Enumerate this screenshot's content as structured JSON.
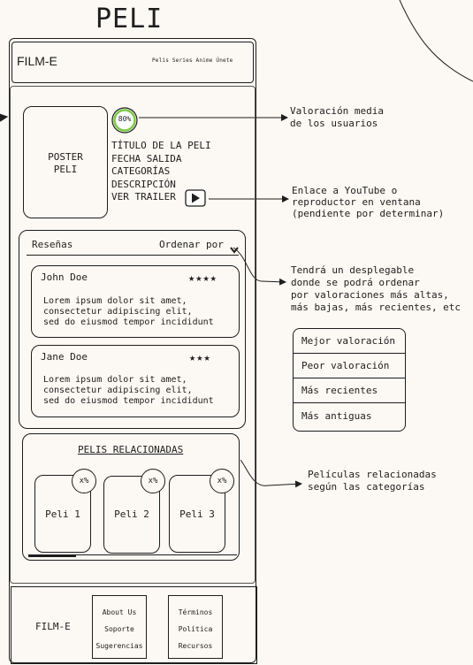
{
  "page_title": "PELI",
  "header": {
    "logo": "FILM-E",
    "nav": "Pelis Series Anime Únete"
  },
  "movie": {
    "poster": [
      "POSTER",
      "PELI"
    ],
    "rating": "80%",
    "fields": [
      "TÍTULO DE LA PELI",
      "FECHA SALIDA",
      "CATEGORÍAS",
      "DESCRIPCIÓN",
      "VER TRAILER"
    ]
  },
  "reviews": {
    "title": "Reseñas",
    "sort_label": "Ordenar por",
    "items": [
      {
        "author": "John Doe",
        "stars": "★★★★",
        "rating": 4,
        "text": [
          "Lorem ipsum dolor sit amet,",
          "consectetur adipiscing elit,",
          "sed do eiusmod tempor incididunt"
        ]
      },
      {
        "author": "Jane Doe",
        "stars": "★★★",
        "rating": 3,
        "text": [
          "Lorem ipsum dolor sit amet,",
          "consectetur adipiscing elit,",
          "sed do eiusmod tempor incididunt"
        ]
      }
    ]
  },
  "related": {
    "title": "PELIS RELACIONADAS",
    "items": [
      {
        "label": "Peli 1",
        "badge": "x%"
      },
      {
        "label": "Peli 2",
        "badge": "x%"
      },
      {
        "label": "Peli 3",
        "badge": "x%"
      }
    ]
  },
  "footer": {
    "logo": "FILM-E",
    "col1": [
      "About Us",
      "Soporte",
      "Sugerencias"
    ],
    "col2": [
      "Términos",
      "Política",
      "Recursos"
    ]
  },
  "annotations": {
    "rating": [
      "Valoración media",
      "de los usuarios"
    ],
    "trailer": [
      "Enlace a YouTube o",
      "reproductor en ventana",
      "(pendiente por determinar)"
    ],
    "sort": [
      "Tendrá un desplegable",
      "donde se podrá ordenar",
      "por valoraciones más altas,",
      "más bajas, más recientes, etc"
    ],
    "related": [
      "Películas relacionadas",
      "según las categorías"
    ]
  },
  "sort_options": [
    "Mejor valoración",
    "Peor valoración",
    "Más recientes",
    "Más antiguas"
  ]
}
